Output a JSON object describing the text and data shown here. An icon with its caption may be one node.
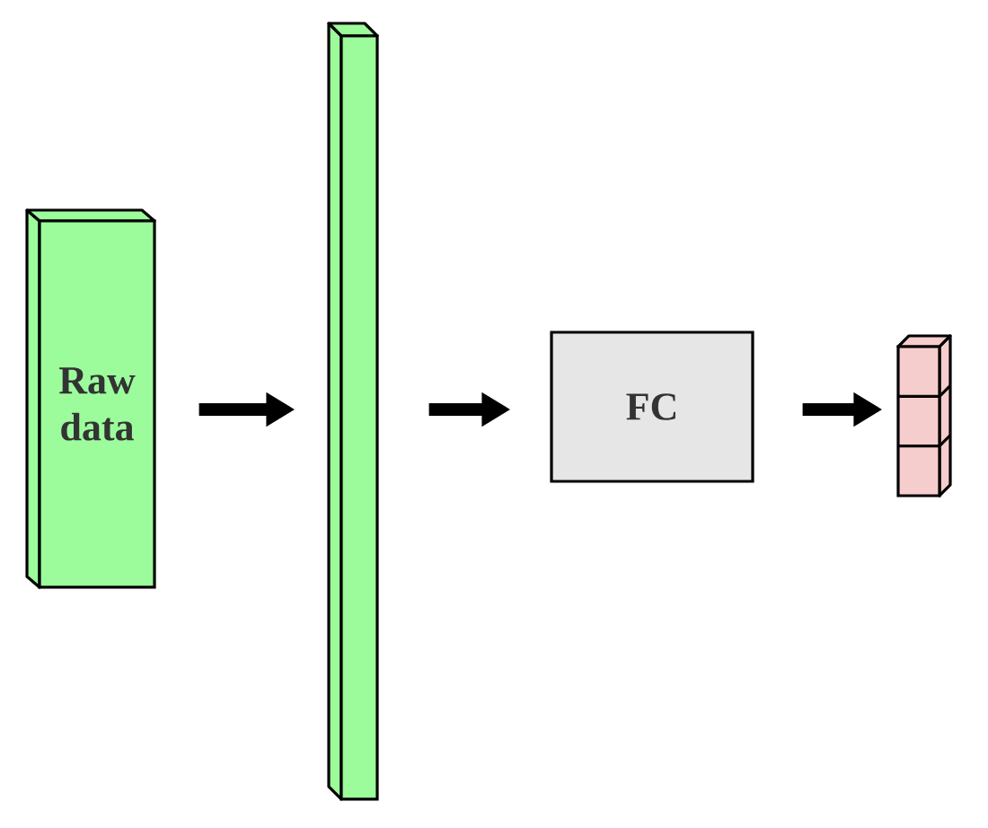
{
  "diagram": {
    "nodes": [
      {
        "text": [
          "Raw data"
        ]
      },
      {
        "text": [],
        "shape": "bar"
      },
      {
        "text": [
          "FC"
        ]
      },
      {
        "text": [],
        "shape": "box"
      }
    ],
    "edges": [
      {
        "from": 0,
        "to": 1,
        "arrow": "to"
      },
      {
        "from": 1,
        "to": 2,
        "arrow": "to"
      },
      {
        "from": 2,
        "to": 3,
        "arrow": "to"
      }
    ]
  }
}
